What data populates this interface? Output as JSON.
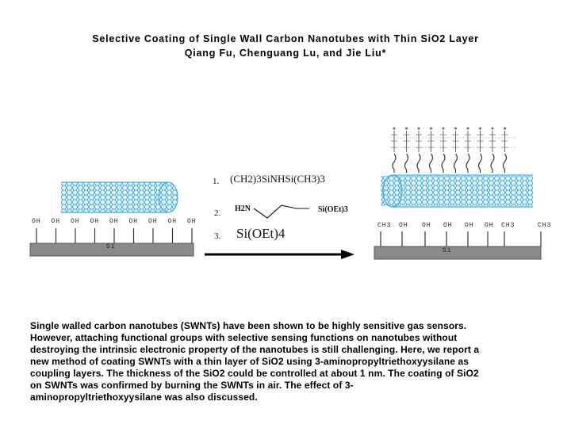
{
  "header": {
    "title": "Selective Coating of Single Wall Carbon Nanotubes with Thin SiO2 Layer",
    "authors": "Qiang Fu, Chenguang Lu, and Jie Liu*"
  },
  "figure": {
    "left_substrate_label": "Si",
    "right_substrate_label": "Si",
    "left_surface_groups": [
      "OH",
      "OH",
      "OH",
      "OH",
      "OH",
      "OH",
      "OH",
      "OH",
      "OH"
    ],
    "right_surface_groups": [
      "CH3",
      "OH",
      "OH",
      "OH",
      "OH",
      "OH",
      "CH3",
      "CH3"
    ],
    "reagents": [
      {
        "number": "1.",
        "formula": "(CH2)3SiNHSi(CH3)3"
      },
      {
        "number": "2.",
        "amine": "H2N",
        "silane": "Si(OEt)3"
      },
      {
        "number": "3.",
        "formula": "Si(OEt)4"
      }
    ],
    "colors": {
      "nanotube": "#3ea8e0",
      "substrate": "#8a8a8a",
      "arrow": "#000000"
    }
  },
  "abstract": {
    "lines": [
      "Single walled carbon nanotubes (SWNTs) have been shown to be highly sensitive gas sensors.",
      "However, attaching functional groups with selective sensing functions on nanotubes without",
      "destroying the intrinsic electronic property of the nanotubes is still challenging. Here, we report a",
      "new method of coating SWNTs with a thin layer of SiO2 using 3-aminopropyltriethoxyysilane as",
      "coupling layers. The thickness of the SiO2 could be controlled at about 1 nm. The coating of SiO2",
      "on SWNTs was confirmed by burning the SWNTs in air. The effect of 3-",
      "aminopropyltriethoxyysilane was also discussed."
    ]
  }
}
